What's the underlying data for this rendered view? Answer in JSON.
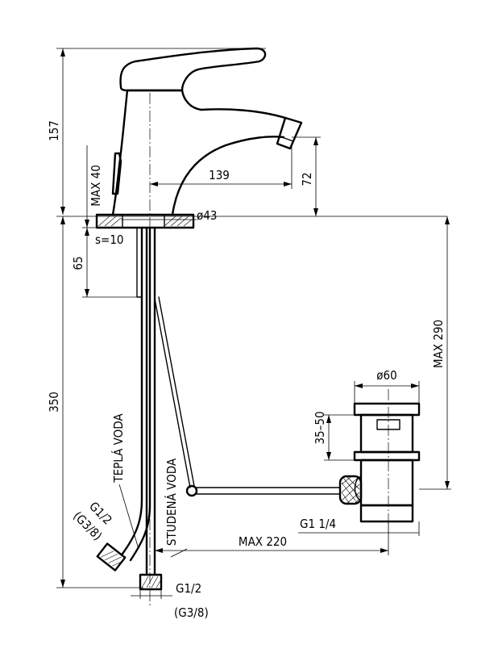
{
  "dimensions": {
    "height_total": "157",
    "max_40": "MAX 40",
    "spout_reach": "139",
    "spout_height": "72",
    "base_diameter": "ø43",
    "thickness": "s=10",
    "rod_length": "65",
    "hose_length": "350",
    "max_290": "MAX 290",
    "waste_diameter": "ø60",
    "waste_range": "35–50",
    "thread_waste": "G1 1/4",
    "max_220": "MAX 220",
    "thread_hot_1": "G1/2",
    "thread_hot_2": "(G3/8)",
    "thread_cold_1": "G1/2",
    "thread_cold_2": "(G3/8)"
  },
  "labels": {
    "hot_water": "TEPLÁ VODA",
    "cold_water": "STUDENÁ VODA"
  }
}
